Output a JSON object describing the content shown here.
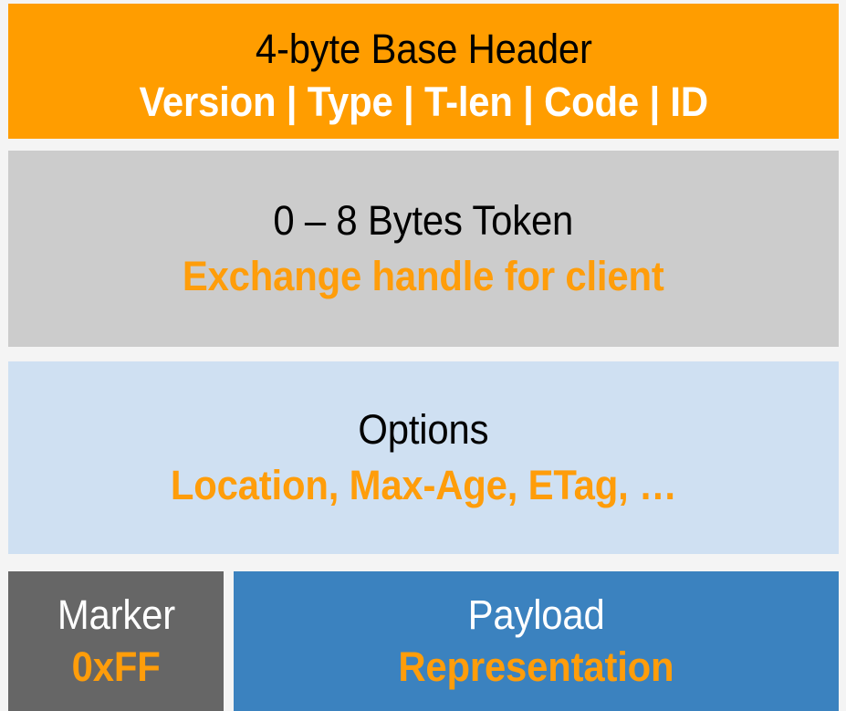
{
  "diagram": {
    "name": "CoAP message format",
    "type": "packet-structure",
    "colors": {
      "page_background": "#f4f4f4",
      "base_header_fill": "#ff9d00",
      "token_fill": "#cccccc",
      "options_fill": "#cfe0f2",
      "marker_fill": "#666666",
      "payload_fill": "#3b82bf",
      "accent_orange_text": "#ff9d0a",
      "white_text": "#ffffff",
      "black_text": "#000000"
    },
    "blocks": [
      {
        "id": "base-header",
        "title": "4-byte Base Header",
        "subtitle": "Version | Type | T-len | Code | ID"
      },
      {
        "id": "token",
        "title": "0 – 8 Bytes Token",
        "subtitle": "Exchange handle for client"
      },
      {
        "id": "options",
        "title": "Options",
        "subtitle": "Location, Max-Age, ETag, …"
      },
      {
        "id": "marker",
        "title": "Marker",
        "subtitle": "0xFF"
      },
      {
        "id": "payload",
        "title": "Payload",
        "subtitle": "Representation"
      }
    ]
  }
}
